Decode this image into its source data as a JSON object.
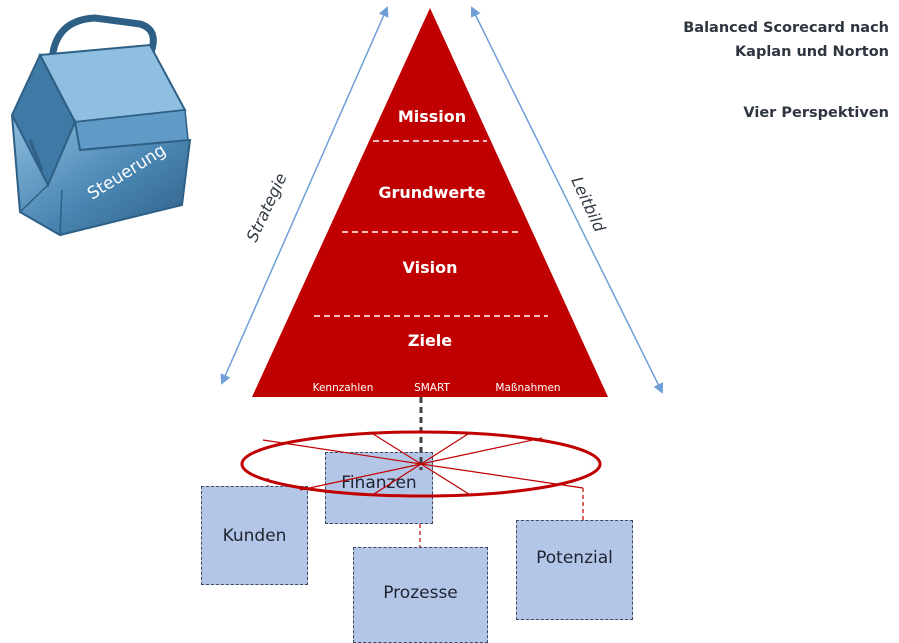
{
  "header": {
    "line1": "Balanced Scorecard nach",
    "line2": "Kaplan und Norton",
    "line3": "Vier Perspektiven"
  },
  "toolbox": {
    "label": "Steuerung",
    "colors": {
      "body": "#4a87b3",
      "dark": "#2e5f85",
      "light": "#8fbfe0"
    }
  },
  "pyramid": {
    "color": "#c00000",
    "levels": [
      "Mission",
      "Grundwerte",
      "Vision",
      "Ziele"
    ],
    "base_labels": [
      "Kennzahlen",
      "SMART",
      "Maßnahmen"
    ]
  },
  "sides": {
    "left": "Strategie",
    "right": "Leitbild",
    "arrow_color": "#6f9fd8"
  },
  "perspectives": [
    "Kunden",
    "Finanzen",
    "Prozesse",
    "Potenzial"
  ],
  "colors": {
    "perspective_fill": "#b4c6e7",
    "perspective_border": "#3d4a62",
    "ellipse": "#c00000"
  }
}
